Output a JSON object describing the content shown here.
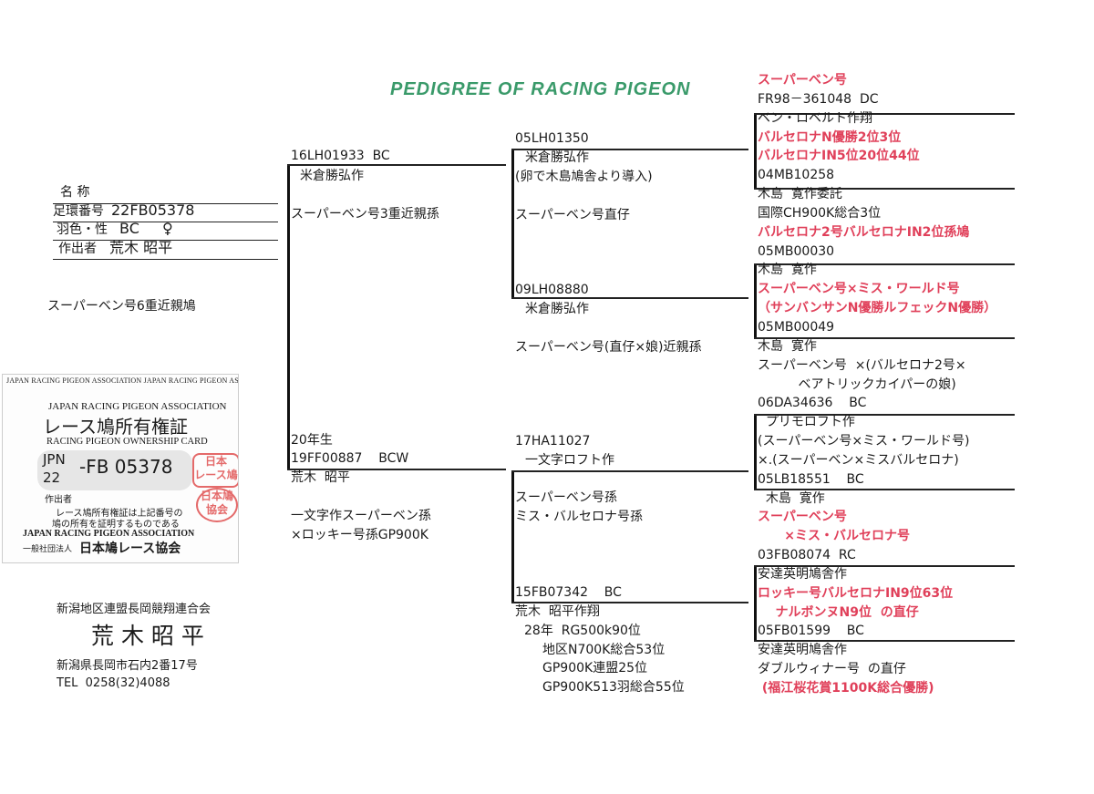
{
  "title": "PEDIGREE OF RACING PIGEON",
  "subject": {
    "name_label": "名 称",
    "ring_label": "足環番号",
    "ring_value": "22FB05378",
    "color_sex_label": "羽色・性",
    "color_value": "BC",
    "sex_value": "♀",
    "breeder_label": "作出者",
    "breeder_value": "荒木 昭平",
    "note": "スーパーベン号6重近親鳩"
  },
  "card": {
    "border_text": "JAPAN RACING PIGEON ASSOCIATION JAPAN RACING PIGEON ASSOCIATION",
    "assoc": "JAPAN RACING PIGEON ASSOCIATION",
    "title_jp": "レース鳩所有権証",
    "title_en": "RACING PIGEON OWNERSHIP CARD",
    "country": "JPN",
    "year": "22",
    "ring": "-FB 05378",
    "breeder_label": "作出者",
    "statement_1": "レース鳩所有権証は上記番号の",
    "statement_2": "鳩の所有を証明するものである",
    "assoc_footer": "JAPAN RACING PIGEON ASSOCIATION",
    "org_prefix": "一般社団法人",
    "org_name": "日本鳩レース協会",
    "stamp_1": "日本\nレース鳩",
    "stamp_2": "日本鳩\n協会"
  },
  "owner": {
    "club": "新潟地区連盟長岡競翔連合会",
    "name": "荒 木 昭 平",
    "address": "新潟県長岡市石内2番17号",
    "tel": "TEL  0258(32)4088"
  },
  "sire": {
    "ring": "16LH01933  BC",
    "breeder": "米倉勝弘作",
    "note": "スーパーベン号3重近親孫"
  },
  "dam": {
    "born": "20年生",
    "ring": "19FF00887    BCW",
    "breeder": "荒木  昭平",
    "note_1": "一文字作スーパーベン孫",
    "note_2": "×ロッキー号孫GP900K"
  },
  "gen2": {
    "ss": {
      "ring": "05LH01350",
      "breeder": "米倉勝弘作",
      "note_1": "(卵で木島鳩舎より導入)",
      "note_2": "スーパーベン号直仔"
    },
    "sd": {
      "ring": "09LH08880",
      "breeder": "米倉勝弘作",
      "note": "スーパーベン号(直仔×娘)近親孫"
    },
    "ds": {
      "ring": "17HA11027",
      "breeder": "一文字ロフト作",
      "note_1": "スーパーベン号孫",
      "note_2": "ミス・バルセロナ号孫"
    },
    "dd": {
      "ring": "15FB07342    BC",
      "breeder": "荒木  昭平作翔",
      "result_1": "28年  RG500k90位",
      "result_2": "地区N700K総合53位",
      "result_3": "GP900K連盟25位",
      "result_4": "GP900K513羽総合55位"
    }
  },
  "gen3": [
    {
      "text": "スーパーベン号",
      "red": true
    },
    {
      "text": "FR98－361048  DC"
    },
    {
      "text": "ベン・ロベルト作翔"
    },
    {
      "text": "バルセロナN優勝2位3位",
      "red": true
    },
    {
      "text": "バルセロナIN5位20位44位",
      "red": true
    },
    {
      "text": "04MB10258"
    },
    {
      "text": "木島  寛作委託"
    },
    {
      "text": "国際CH900K総合3位"
    },
    {
      "text": "バルセロナ2号バルセロナIN2位孫鳩",
      "red": true
    },
    {
      "text": "05MB00030"
    },
    {
      "text": "木島  寛作"
    },
    {
      "text": "スーパーベン号×ミス・ワールド号",
      "red": true
    },
    {
      "text": "（サンバンサンN優勝ルフェックN優勝）",
      "red": true
    },
    {
      "text": "05MB00049"
    },
    {
      "text": "木島  寛作"
    },
    {
      "text": "スーパーベン号  ×(バルセロナ2号×"
    },
    {
      "text": "          ベアトリックカイパーの娘)"
    },
    {
      "text": "06DA34636    BC"
    },
    {
      "text": "  プリモロフト作"
    },
    {
      "text": "(スーパーベン号×ミス・ワールド号)"
    },
    {
      "text": "×.(スーパーベン×ミスバルセロナ)"
    },
    {
      "text": "05LB18551    BC"
    },
    {
      "text": "  木島  寛作"
    },
    {
      "text": "スーパーベン号",
      "red": true
    },
    {
      "text": "      ×ミス・バルセロナ号",
      "red": true
    },
    {
      "text": "03FB08074  RC"
    },
    {
      "text": "安達英明鳩舎作"
    },
    {
      "text": "ロッキー号バルセロナIN9位63位",
      "red": true
    },
    {
      "text": "    ナルボンヌN9位  の直仔",
      "red": true
    },
    {
      "text": "05FB01599    BC"
    },
    {
      "text": "安達英明鳩舎作"
    },
    {
      "text": "ダブルウィナー号  の直仔"
    },
    {
      "text": " (福江桜花賞1100K総合優勝)",
      "red": true
    }
  ]
}
